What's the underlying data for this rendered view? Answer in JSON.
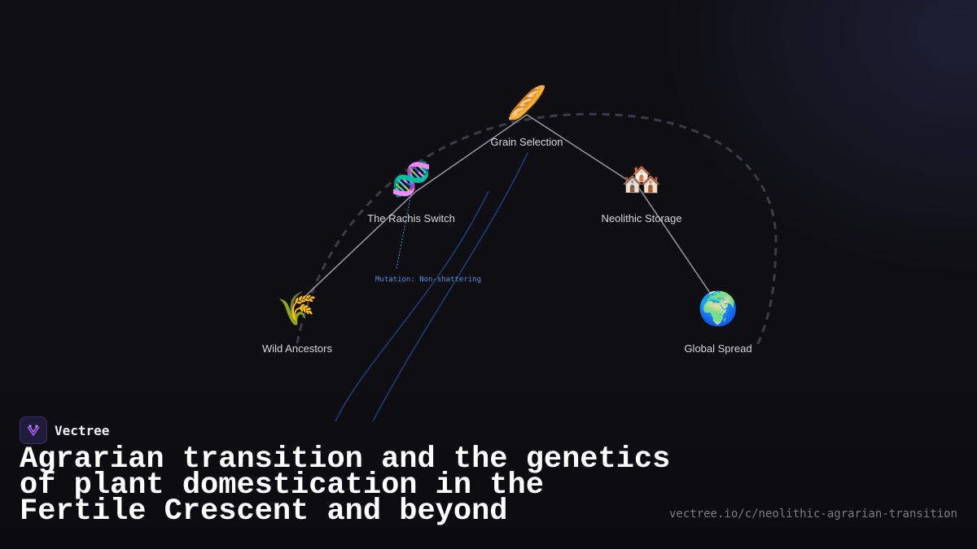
{
  "diagram": {
    "nodes": [
      {
        "id": "wild",
        "icon": "🌾",
        "icon_name": "wheat-sheaf-icon",
        "label": "Wild Ancestors"
      },
      {
        "id": "rachis",
        "icon": "🧬",
        "icon_name": "dna-icon",
        "label": "The Rachis Switch"
      },
      {
        "id": "grain",
        "icon": "🥖",
        "icon_name": "baguette-bread-icon",
        "label": "Grain Selection"
      },
      {
        "id": "storage",
        "icon": "🏘️",
        "icon_name": "houses-icon",
        "label": "Neolithic Storage"
      },
      {
        "id": "global",
        "icon": "🌍",
        "icon_name": "globe-icon",
        "label": "Global Spread"
      }
    ],
    "edges": [
      {
        "from": "wild",
        "to": "rachis"
      },
      {
        "from": "rachis",
        "to": "grain"
      },
      {
        "from": "grain",
        "to": "storage"
      },
      {
        "from": "storage",
        "to": "global"
      }
    ],
    "annotations": [
      {
        "attached_to": "rachis",
        "text": "Mutation: Non-shattering",
        "color": "#4f8fe6"
      }
    ],
    "colors": {
      "background": "#0f0f13",
      "edge": "#9a9aa3",
      "arc": "#3a3d48",
      "accent_blue": "#1f3f7a"
    }
  },
  "brand": {
    "name": "Vectree",
    "logo_icon": "vectree-logo-icon",
    "logo_color": "#a855f7"
  },
  "title": "Agrarian transition and the genetics of plant domestication in the Fertile Crescent and beyond",
  "url": "vectree.io/c/neolithic-agrarian-transition"
}
